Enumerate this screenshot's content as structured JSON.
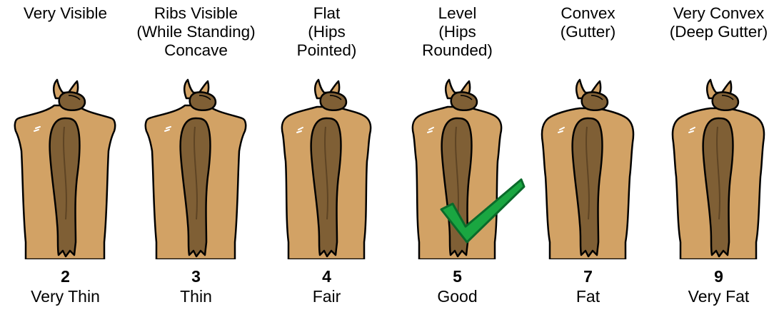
{
  "colors": {
    "body_fill": "#D2A265",
    "tail_fill": "#7F5F35",
    "outline": "#000000",
    "highlight": "#FFFFFF",
    "check_fill": "#1AA641",
    "check_outline": "#0A6A2A"
  },
  "panels": [
    {
      "heading": [
        "Very Visible"
      ],
      "score": "2",
      "label": "Very Thin",
      "build": "thin"
    },
    {
      "heading": [
        "Ribs Visible",
        "(While Standing)",
        "Concave"
      ],
      "score": "3",
      "label": "Thin",
      "build": "thin"
    },
    {
      "heading": [
        "Flat",
        "(Hips",
        "Pointed)"
      ],
      "score": "4",
      "label": "Fair",
      "build": "medium"
    },
    {
      "heading": [
        "Level",
        "(Hips",
        "Rounded)"
      ],
      "score": "5",
      "label": "Good",
      "build": "medium",
      "checkmark": true
    },
    {
      "heading": [
        "Convex",
        "(Gutter)"
      ],
      "score": "7",
      "label": "Fat",
      "build": "wide"
    },
    {
      "heading": [
        "Very Convex",
        "(Deep Gutter)"
      ],
      "score": "9",
      "label": "Very Fat",
      "build": "wide"
    }
  ],
  "icons": {
    "figure": "horse-rear-view-icon",
    "checkmark": "checkmark-icon"
  }
}
